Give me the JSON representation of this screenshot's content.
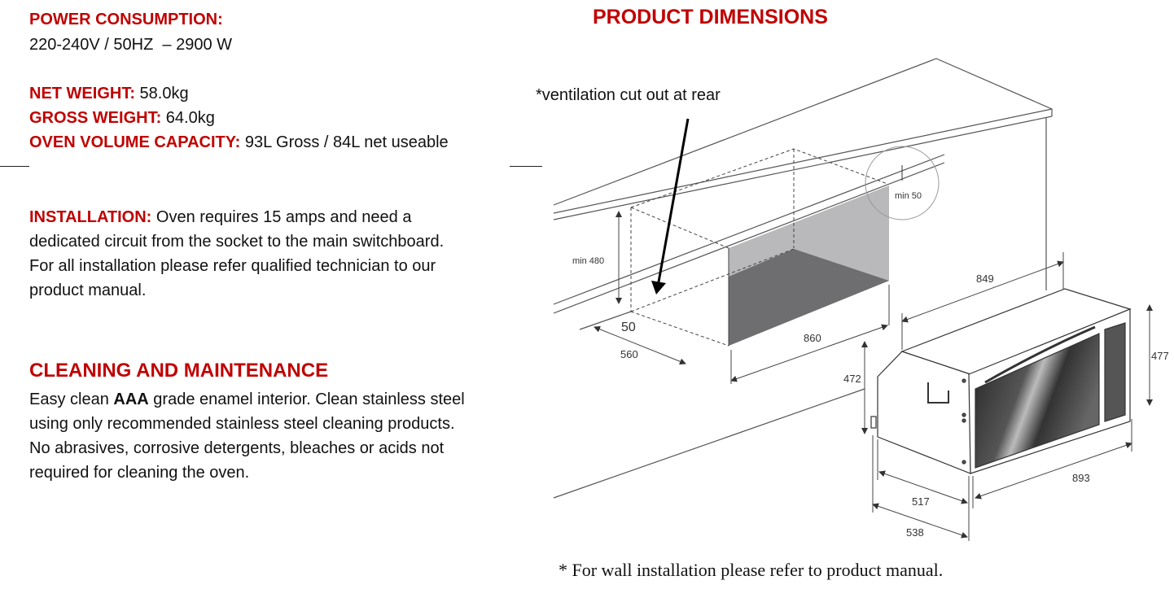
{
  "power": {
    "label": "POWER CONSUMPTION:",
    "value": "220-240V / 50HZ  – 2900 W"
  },
  "net_weight": {
    "label": "NET WEIGHT:",
    "value": " 58.0kg"
  },
  "gross_weight": {
    "label": "GROSS WEIGHT:",
    "value": " 64.0kg"
  },
  "volume": {
    "label": "OVEN VOLUME CAPACITY:",
    "value": " 93L Gross / 84L net useable"
  },
  "installation": {
    "label": "INSTALLATION:",
    "lines": [
      " Oven requires 15 amps and need a",
      "dedicated circuit from the socket to the main switchboard.",
      "For all installation please refer qualified technician to our",
      "product manual."
    ]
  },
  "cleaning": {
    "heading": "CLEANING AND MAINTENANCE",
    "line1_pre": "Easy clean ",
    "line1_bold": "AAA",
    "line1_post": " grade enamel interior. Clean stainless steel",
    "lines": [
      "using only recommended stainless steel cleaning products.",
      "No abrasives, corrosive detergents, bleaches or acids not",
      "required for cleaning the oven."
    ]
  },
  "dimensions": {
    "title": "PRODUCT DIMENSIONS",
    "ventilation_note": "*ventilation cut out at rear",
    "labels": {
      "min50": "min 50",
      "min480": "min 480",
      "d50": "50",
      "d560": "560",
      "d860": "860",
      "d849": "849",
      "d477": "477",
      "d472": "472",
      "d893": "893",
      "d517": "517",
      "d538": "538"
    },
    "footnote": "* For wall installation please refer to product manual."
  },
  "colors": {
    "accent": "#c00000"
  }
}
